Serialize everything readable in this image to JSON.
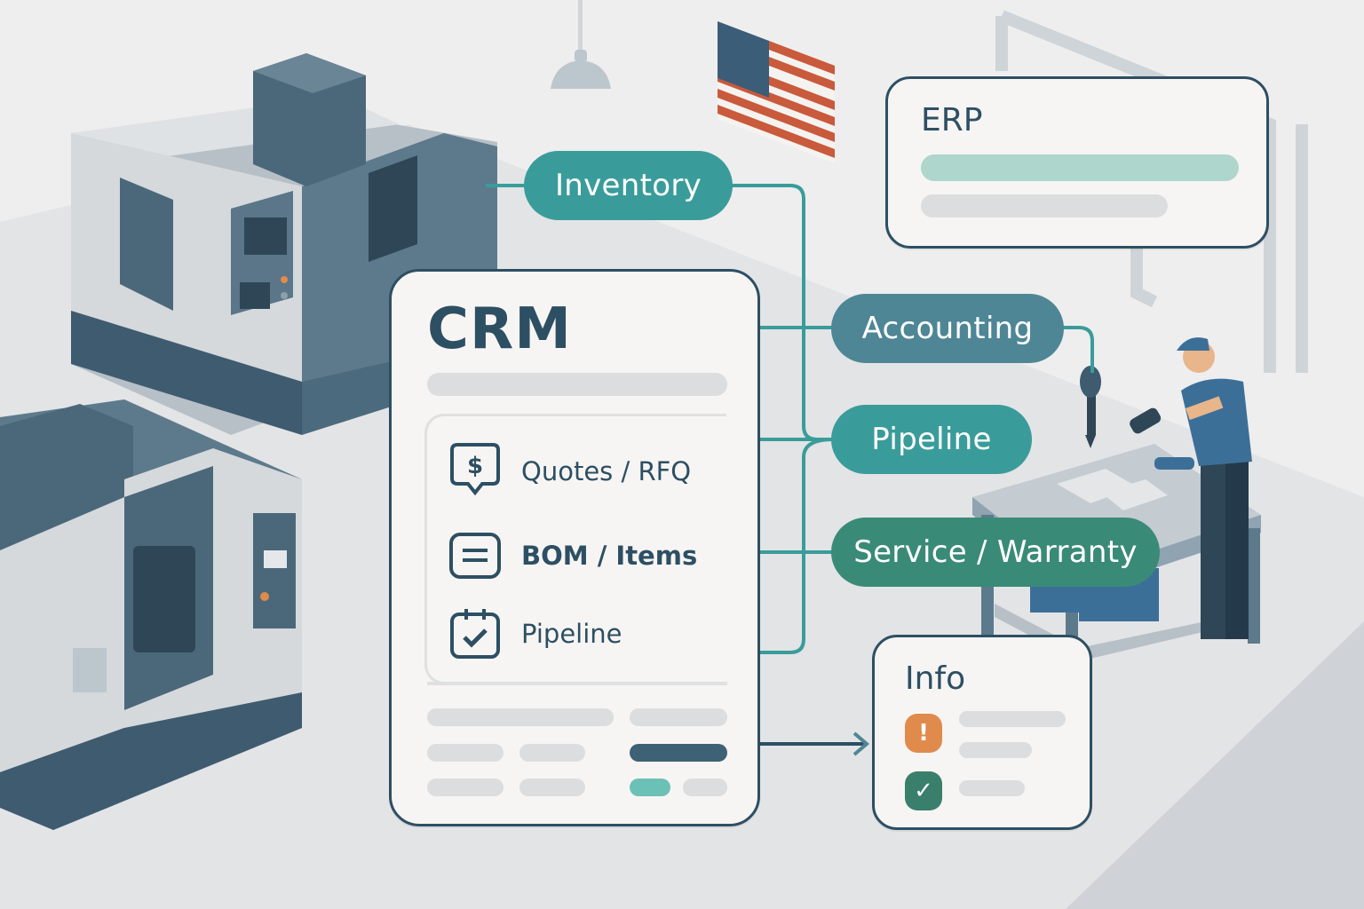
{
  "crm": {
    "title": "CRM",
    "menu": [
      {
        "label": "Quotes / RFQ",
        "icon": "dollar-speech-bubble-icon"
      },
      {
        "label": "BOM / Items",
        "icon": "list-icon"
      },
      {
        "label": "Pipeline",
        "icon": "calendar-check-icon"
      }
    ]
  },
  "erp": {
    "title": "ERP"
  },
  "info": {
    "title": "Info",
    "items": [
      {
        "status": "warning",
        "glyph": "!"
      },
      {
        "status": "success",
        "glyph": "✓"
      }
    ]
  },
  "modules": [
    {
      "label": "Inventory",
      "color": "#3a9c9a"
    },
    {
      "label": "Accounting",
      "color": "#4e8696"
    },
    {
      "label": "Pipeline",
      "color": "#3a9c9a"
    },
    {
      "label": "Service / Warranty",
      "color": "#3a8a78"
    }
  ],
  "colors": {
    "navy": "#2d4f63",
    "teal": "#3a9c9a",
    "mint": "#aed6cd",
    "orange": "#e08a4c",
    "green": "#3a7f6c",
    "flag_red": "#c95a3c",
    "flag_blue": "#3b5d78"
  }
}
